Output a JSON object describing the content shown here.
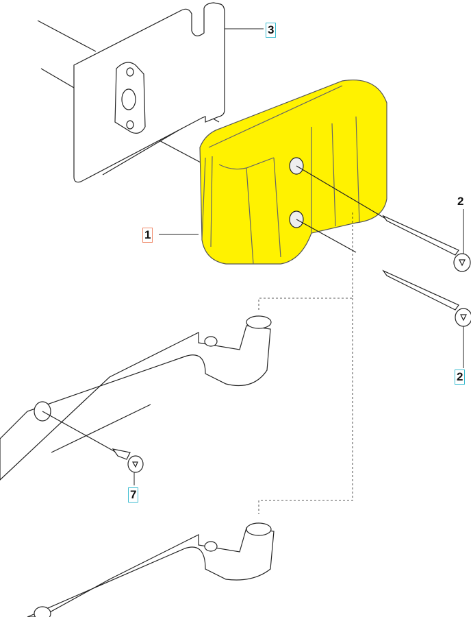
{
  "diagram": {
    "callouts": {
      "muffler": "1",
      "screw_top": "2",
      "screw_bottom": "2",
      "heat_shield": "3",
      "bracket_screw": "7"
    },
    "colors": {
      "muffler_fill": "#fff200",
      "line": "#222222",
      "cyan_box": "#3bbcd0",
      "orange_box": "#f08a6a"
    }
  }
}
